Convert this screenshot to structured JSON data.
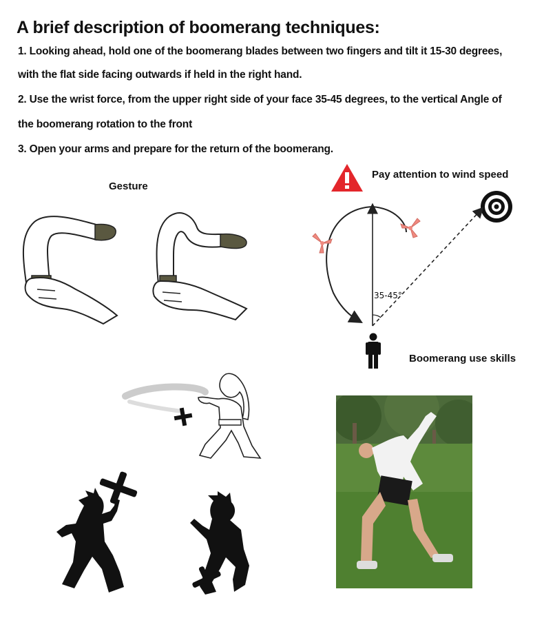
{
  "title": "A brief description of boomerang techniques:",
  "steps": [
    "1. Looking ahead, hold one of the boomerang blades between two fingers and tilt it 15-30 degrees,",
    "with the flat side facing outwards if held in the right hand.",
    "2. Use the wrist force, from the upper right side of your face 35-45 degrees, to the vertical Angle of",
    "the boomerang rotation to the front",
    "3. Open your arms and prepare for the return of the boomerang."
  ],
  "gesture_label": "Gesture",
  "wind_label": "Pay attention to wind speed",
  "angle_label": "35-45°",
  "skills_label": "Boomerang use skills",
  "icons": {
    "warning": "warning-icon",
    "target": "target-icon",
    "person": "person-icon",
    "boomerang": "boomerang-icon"
  },
  "colors": {
    "warning_red": "#e3262b",
    "boomerang_pink": "#f08a80",
    "grip_camo": "#5a5840"
  }
}
